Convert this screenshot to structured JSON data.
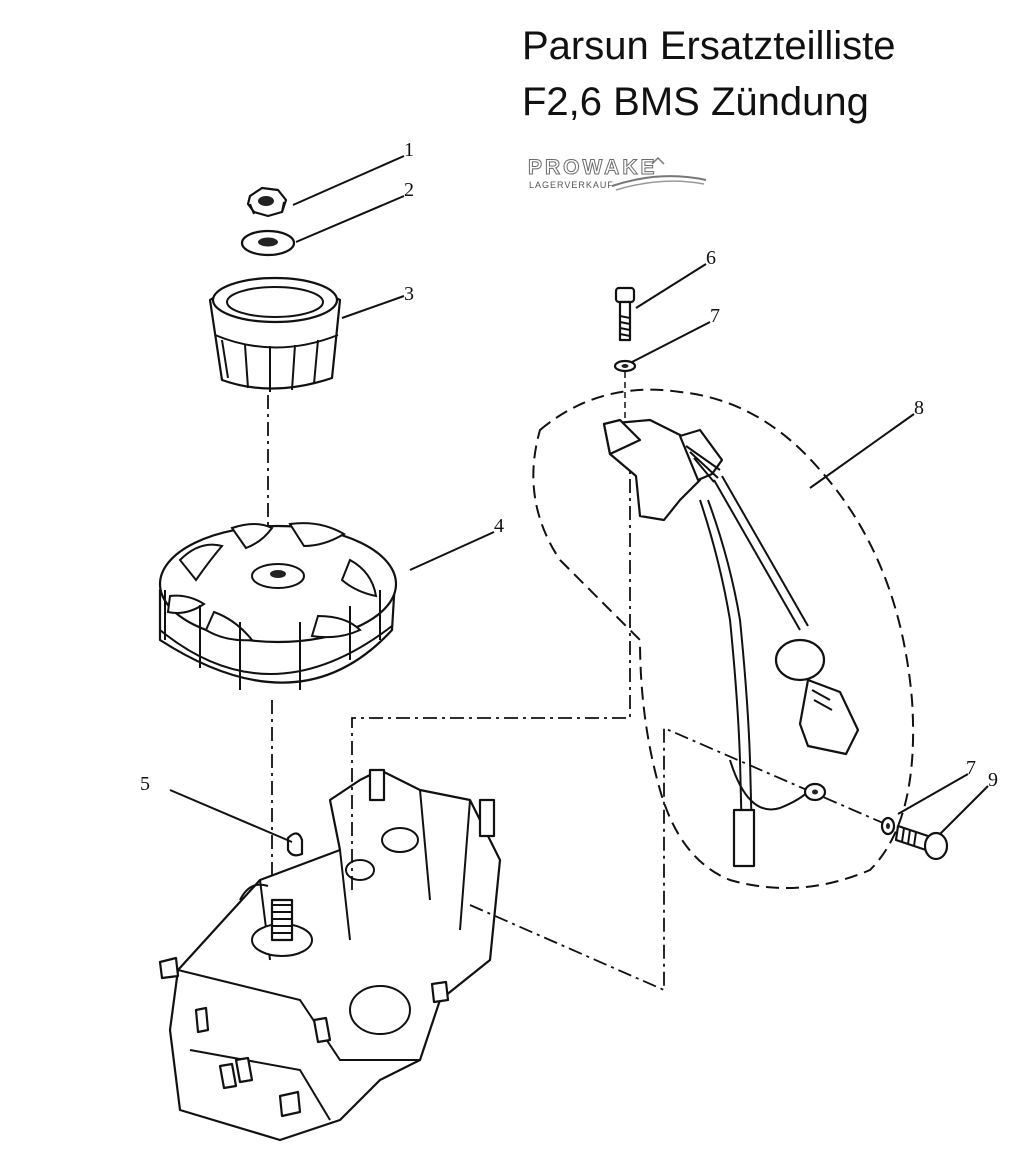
{
  "title": {
    "line1": "Parsun Ersatzteilliste",
    "line2": "F2,6 BMS Zündung"
  },
  "logo": {
    "name": "PROWAKE",
    "tagline": "LAGERVERKAUF"
  },
  "callouts": [
    "1",
    "2",
    "3",
    "4",
    "5",
    "6",
    "7",
    "8",
    "7",
    "9"
  ]
}
